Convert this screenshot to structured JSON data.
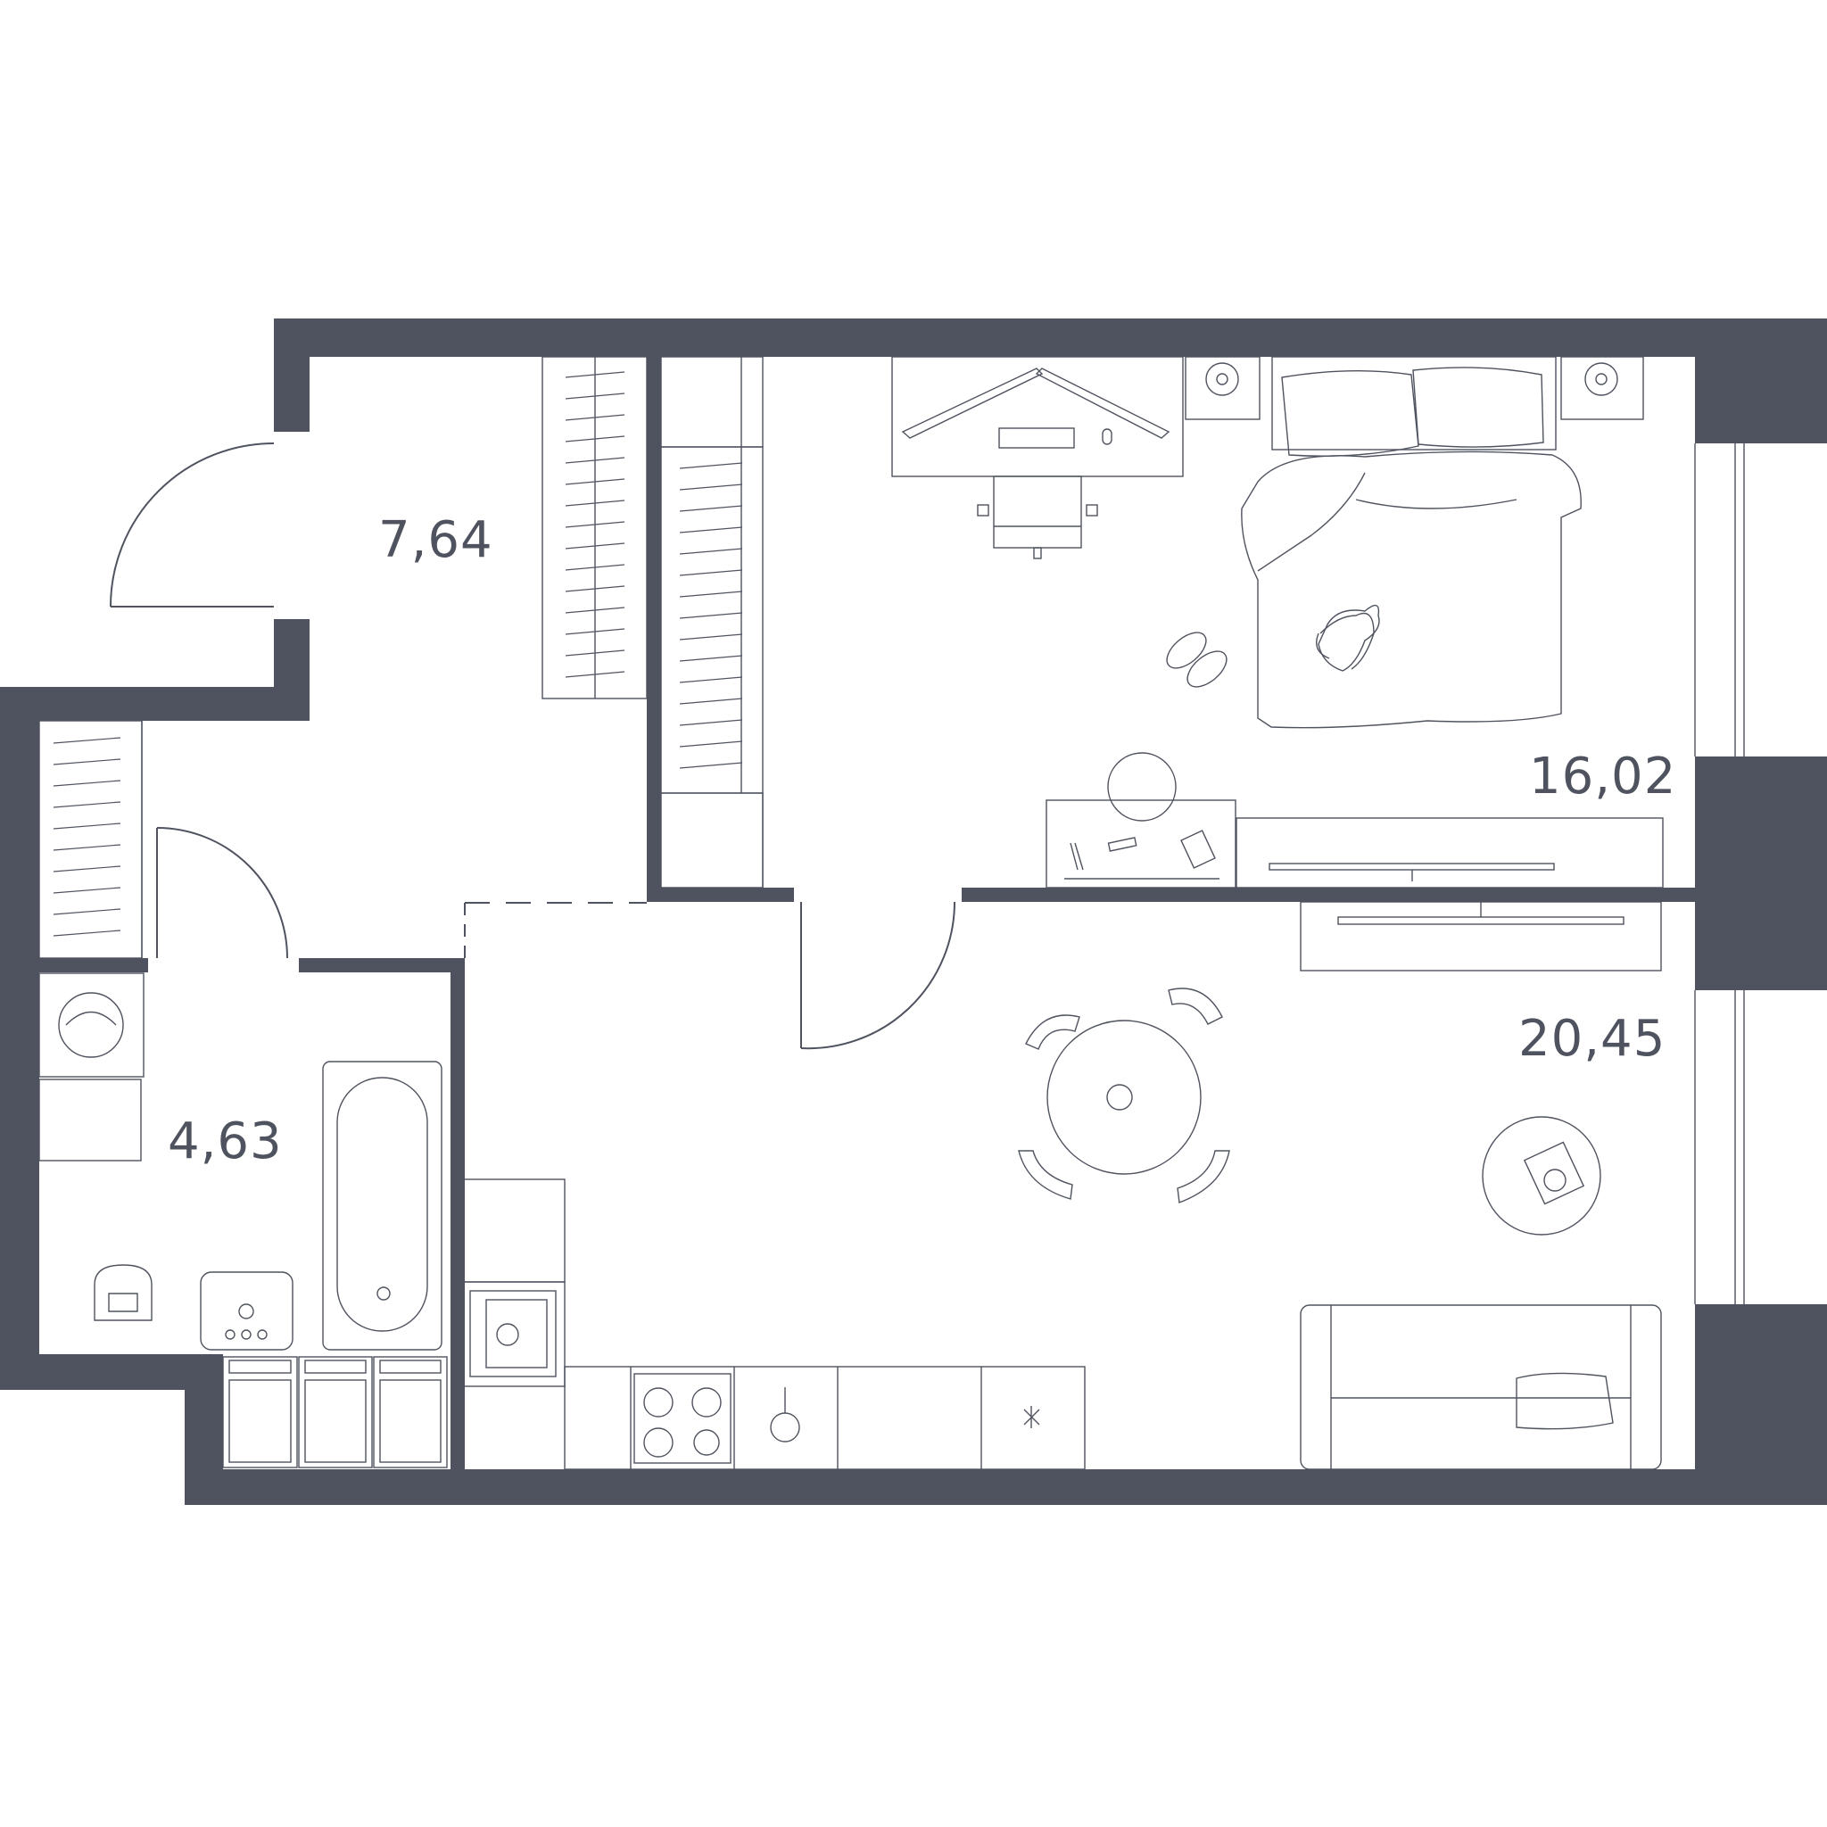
{
  "colors": {
    "wall": "#4f535f",
    "line": "#4f535f",
    "background": "#ffffff"
  },
  "rooms": [
    {
      "id": "hall",
      "area": "7,64"
    },
    {
      "id": "bedroom",
      "area": "16,02"
    },
    {
      "id": "living-kitchen",
      "area": "20,45"
    },
    {
      "id": "bathroom",
      "area": "4,63"
    }
  ],
  "icons": [
    "door-icon",
    "wardrobe-icon",
    "desk-icon",
    "monitor-icon",
    "keyboard-icon",
    "mouse-icon",
    "chair-icon",
    "bed-icon",
    "pillow-icon",
    "nightstand-icon",
    "lamp-icon",
    "slippers-icon",
    "dog-icon",
    "tv-icon",
    "dining-table-icon",
    "coffee-table-icon",
    "sofa-icon",
    "stove-icon",
    "sink-icon",
    "bathtub-icon",
    "toilet-icon",
    "washbasin-icon",
    "washing-machine-icon",
    "cabinet-icon"
  ]
}
